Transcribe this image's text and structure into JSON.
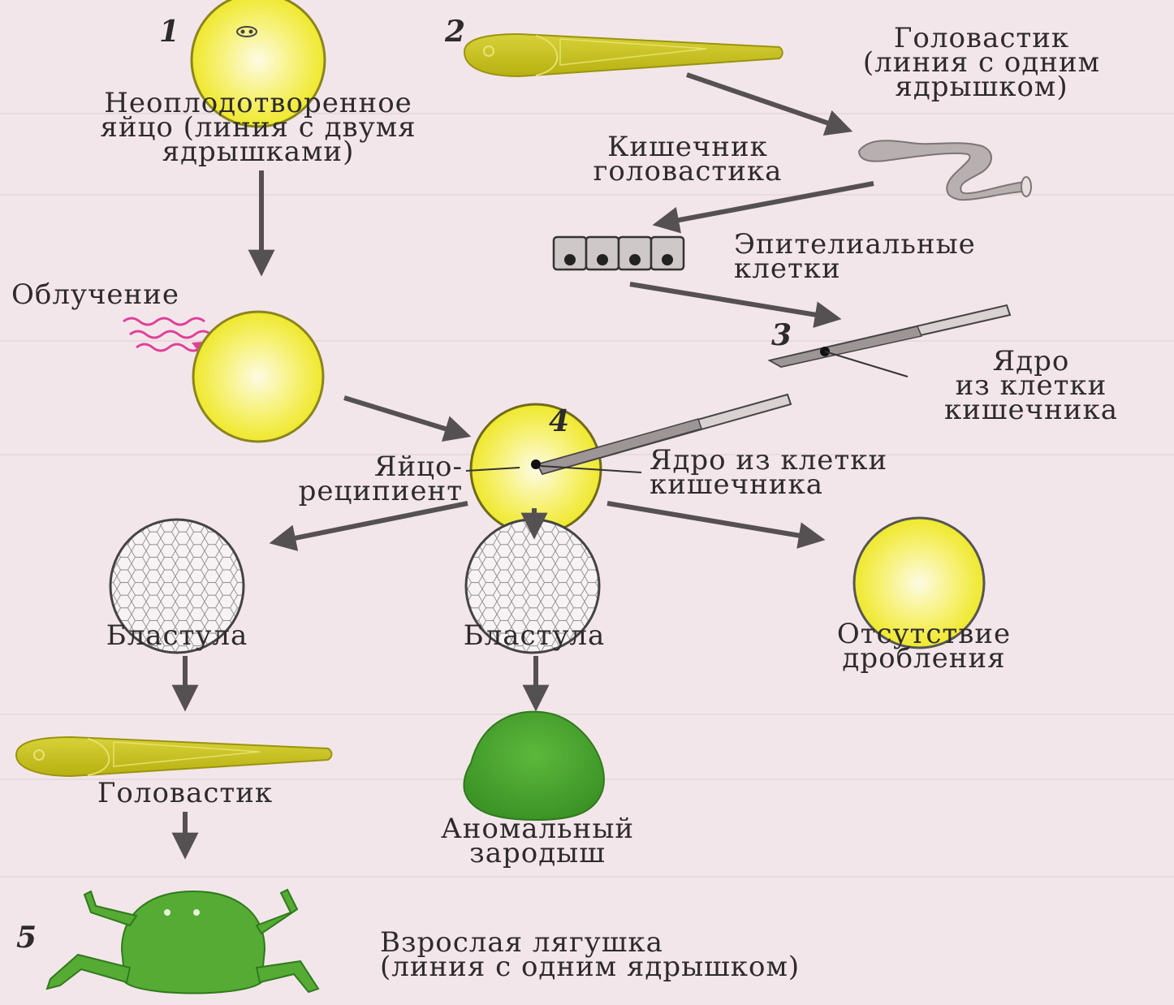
{
  "step_numbers": [
    "1",
    "2",
    "3",
    "4",
    "5"
  ],
  "labels": {
    "unfertilized_egg": "Неоплодотворенное\nяйцо (линия с двумя\nядрышками)",
    "tadpole_top": "Головастик\n(линия с одним\nядрышком)",
    "tadpole_intestine": "Кишечник\nголовастика",
    "epithelial_cells": "Эпителиальные\nклетки",
    "irradiation": "Облучение",
    "nucleus_pipette": "Ядро\nиз клетки\nкишечника",
    "recipient_egg": "Яйцо-\nреципиент",
    "nucleus_in_egg": "Ядро из клетки\nкишечника",
    "blastula_left": "Бластула",
    "blastula_mid": "Бластула",
    "no_cleavage": "Отсутствие\nдробления",
    "tadpole_bottom": "Головастик",
    "abnormal_embryo": "Аномальный\nзародыш",
    "adult_frog": "Взрослая лягушка\n(линия с одним ядрышком)"
  },
  "colors": {
    "background": "#f3e6ea",
    "egg_yellow": "#f3ee3a",
    "egg_center": "#fbf8c6",
    "tadpole": "#c9c21c",
    "intestine": "#b6aeaf",
    "embryo_green": "#4aa52f",
    "frog_green": "#55ab34",
    "arrow": "#555153",
    "irradiation": "#e0409a"
  }
}
